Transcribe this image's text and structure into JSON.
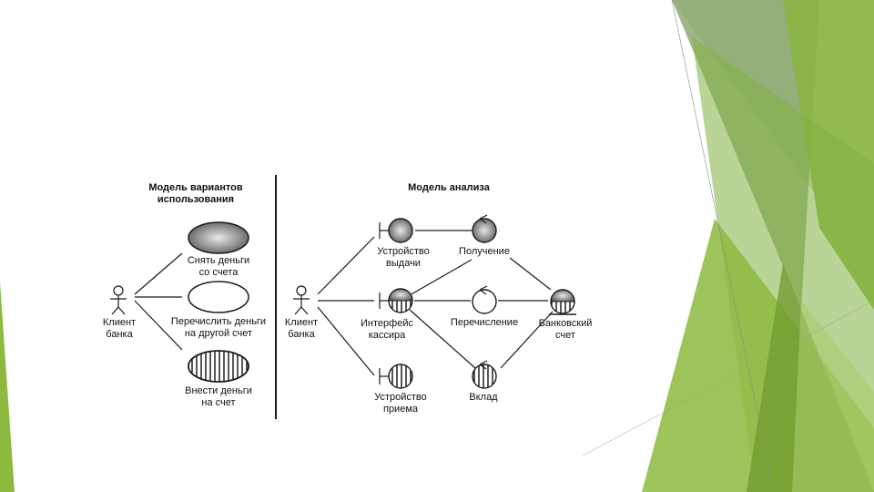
{
  "use_case_model": {
    "title": [
      "Модель вариантов",
      "использования"
    ],
    "actor": [
      "Клиент",
      "банка"
    ],
    "use_cases": [
      {
        "lines": [
          "Снять деньги",
          "со счета"
        ],
        "fill": "dotted"
      },
      {
        "lines": [
          "Перечислить деньги",
          "на другой счет"
        ],
        "fill": "empty"
      },
      {
        "lines": [
          "Внести деньги",
          "на счет"
        ],
        "fill": "striped"
      }
    ]
  },
  "analysis_model": {
    "title": "Модель анализа",
    "actor": [
      "Клиент",
      "банка"
    ],
    "boundaries": [
      {
        "lines": [
          "Устройство",
          "выдачи"
        ],
        "fill": "dotted"
      },
      {
        "lines": [
          "Интерфейс",
          "кассира"
        ],
        "fill": "mixed"
      },
      {
        "lines": [
          "Устройство",
          "приема"
        ],
        "fill": "striped"
      }
    ],
    "controls": [
      {
        "lines": [
          "Получение"
        ],
        "fill": "dotted"
      },
      {
        "lines": [
          "Перечисление"
        ],
        "fill": "empty"
      },
      {
        "lines": [
          "Вклад"
        ],
        "fill": "striped"
      }
    ],
    "entity": {
      "lines": [
        "Банковский",
        "счет"
      ],
      "fill": "mixed"
    }
  },
  "colors": {
    "accent_green": "#8cba3e",
    "accent_light": "#b6d68a",
    "accent_dark": "#6f9a2e"
  }
}
